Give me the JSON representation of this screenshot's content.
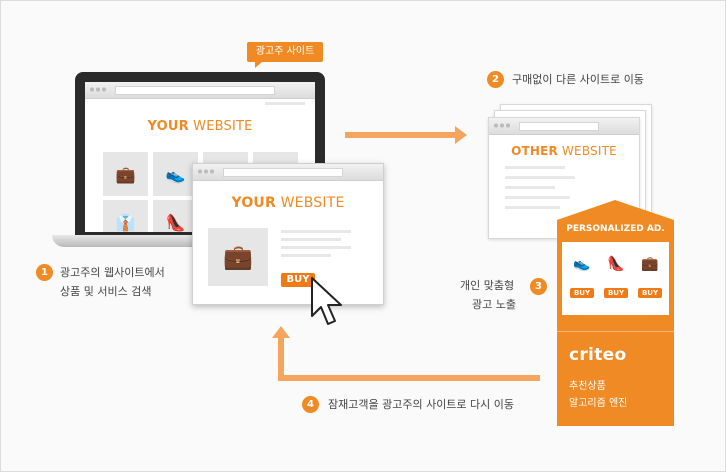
{
  "tag": {
    "label": "광고주 사이트"
  },
  "your_site": {
    "brand": "YOUR",
    "word": " WEBSITE"
  },
  "other_site": {
    "brand": "OTHER",
    "word": " WEBSITE"
  },
  "buy_label": "BUY",
  "steps": [
    {
      "number": "1",
      "lines": [
        "광고주의 웹사이트에서",
        "상품 및 서비스 검색"
      ]
    },
    {
      "number": "2",
      "lines": [
        "구매없이 다른 사이트로 이동"
      ]
    },
    {
      "number": "3",
      "lines": [
        "개인 맞춤형",
        "광고 노출"
      ]
    },
    {
      "number": "4",
      "lines": [
        "잠재고객을 광고주의 사이트로 다시 이동"
      ]
    }
  ],
  "ad": {
    "header": "PERSONALIZED AD.",
    "items": [
      {
        "icon": "sneaker-icon",
        "glyph": "👟",
        "label": "BUY"
      },
      {
        "icon": "high-heel-icon",
        "glyph": "👠",
        "label": "BUY"
      },
      {
        "icon": "briefcase-icon",
        "glyph": "💼",
        "label": "BUY"
      }
    ]
  },
  "criteo": {
    "logo": "criteo",
    "desc_lines": [
      "추천상품",
      "알고리즘 엔진"
    ]
  },
  "colors": {
    "accent": "#f08a24",
    "arrow": "#f5a55e"
  }
}
